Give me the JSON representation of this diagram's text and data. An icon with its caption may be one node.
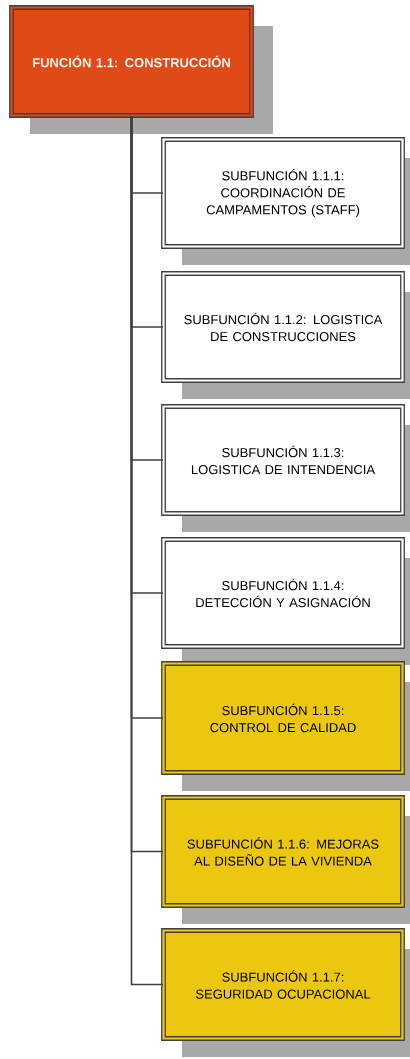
{
  "diagram": {
    "nodes": [
      {
        "text": [
          "FUNCIÓN 1.1: CONSTRUCCIÓN"
        ]
      },
      {
        "text": [
          "SUBFUNCIÓN 1.1.1: COORDINACIÓN DE CAMPAMENTOS (STAFF)"
        ]
      },
      {
        "text": [
          "SUBFUNCIÓN 1.1.2: LOGISTICA DE CONSTRUCCIONES"
        ]
      },
      {
        "text": [
          "SUBFUNCIÓN 1.1.3: LOGISTICA DE INTENDENCIA"
        ]
      },
      {
        "text": [
          "SUBFUNCIÓN 1.1.4: DETECCIÓN Y ASIGNACIÓN"
        ]
      },
      {
        "text": [
          "SUBFUNCIÓN 1.1.5: CONTROL DE CALIDAD"
        ]
      },
      {
        "text": [
          "SUBFUNCIÓN 1.1.6: MEJORAS AL DISEÑO DE LA VIVIENDA"
        ]
      },
      {
        "text": [
          "SUBFUNCIÓN 1.1.7: SEGURIDAD OCUPACIONAL"
        ]
      }
    ],
    "edges": [
      {
        "from": 0,
        "to": 1,
        "arrow": "none"
      },
      {
        "from": 0,
        "to": 2,
        "arrow": "none"
      },
      {
        "from": 0,
        "to": 3,
        "arrow": "none"
      },
      {
        "from": 0,
        "to": 4,
        "arrow": "none"
      },
      {
        "from": 0,
        "to": 5,
        "arrow": "none"
      },
      {
        "from": 0,
        "to": 6,
        "arrow": "none"
      },
      {
        "from": 0,
        "to": 7,
        "arrow": "none"
      }
    ]
  }
}
